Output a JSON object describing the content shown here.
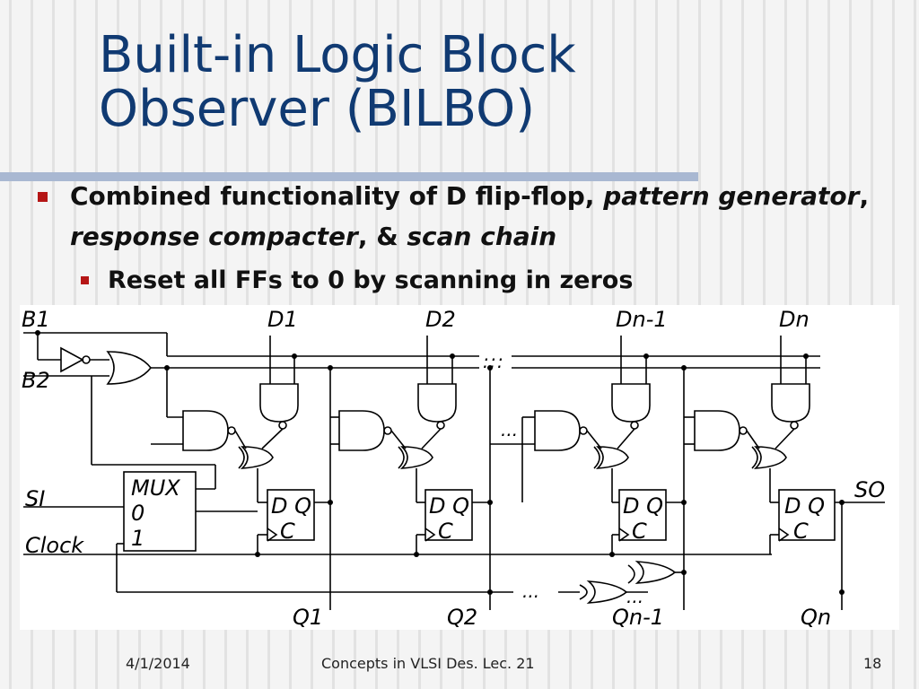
{
  "slide": {
    "title_line1": "Built-in Logic Block",
    "title_line2": "Observer (BILBO)",
    "bullet1": {
      "prefix": "Combined functionality of D flip-flop, ",
      "italic1": "pattern generator",
      "sep1": ", ",
      "italic2": "response compacter",
      "sep2": ", & ",
      "italic3": "scan chain"
    },
    "bullet2": "Reset all FFs to 0 by scanning in zeros"
  },
  "diagram": {
    "inputs": {
      "b1": "B1",
      "b2": "B2",
      "si": "SI",
      "clock": "Clock"
    },
    "data_inputs": [
      "D1",
      "D2",
      "Dn-1",
      "Dn"
    ],
    "outputs": [
      "Q1",
      "Q2",
      "Qn-1",
      "Qn"
    ],
    "so": "SO",
    "mux": {
      "title": "MUX",
      "in0": "0",
      "in1": "1"
    },
    "ff": {
      "d": "D Q",
      "c": "C"
    },
    "ellipsis": "...",
    "ellipsis_v": ":"
  },
  "footer": {
    "date": "4/1/2014",
    "course": "Concepts in VLSI Des. Lec. 21",
    "page": "18"
  },
  "colors": {
    "title": "#103a72",
    "bullet": "#b51616",
    "rule": "#a9b8d2"
  }
}
